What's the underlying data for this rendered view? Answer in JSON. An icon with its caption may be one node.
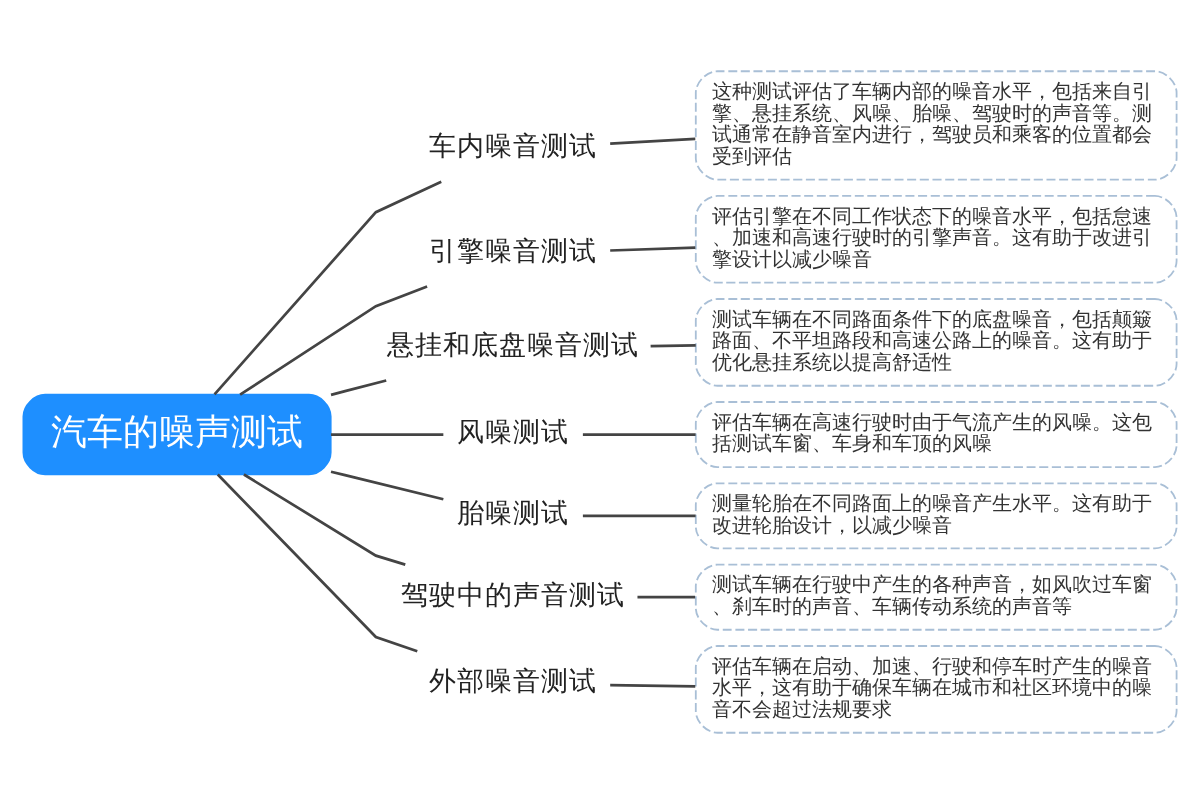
{
  "diagram": {
    "nodes": [
      {
        "text": [
          "汽车的噪声测试"
        ]
      },
      {
        "text": [
          "车内噪音测试"
        ]
      },
      {
        "text": [
          "这种测试评估了车辆内部的噪音水平，包括来自引擎、悬挂系统、风噪、胎噪、驾驶时的声音等。测试通常在静音室内进行，驾驶员和乘客的位置都会受到评估"
        ]
      },
      {
        "text": [
          "引擎噪音测试"
        ]
      },
      {
        "text": [
          "评估引擎在不同工作状态下的噪音水平，包括怠速、加速和高速行驶时的引擎声音。这有助于改进引擎设计以减少噪音"
        ]
      },
      {
        "text": [
          "悬挂和底盘噪音测试"
        ]
      },
      {
        "text": [
          "测试车辆在不同路面条件下的底盘噪音，包括颠簸路面、不平坦路段和高速公路上的噪音。这有助于优化悬挂系统以提高舒适性"
        ]
      },
      {
        "text": [
          "风噪测试"
        ]
      },
      {
        "text": [
          "评估车辆在高速行驶时由于气流产生的风噪。这包括测试车窗、车身和车顶的风噪"
        ]
      },
      {
        "text": [
          "胎噪测试"
        ]
      },
      {
        "text": [
          "测量轮胎在不同路面上的噪音产生水平。这有助于改进轮胎设计，以减少噪音"
        ]
      },
      {
        "text": [
          "驾驶中的声音测试"
        ]
      },
      {
        "text": [
          "测试车辆在行驶中产生的各种声音，如风吹过车窗、刹车时的声音、车辆传动系统的声音等"
        ]
      },
      {
        "text": [
          "外部噪音测试"
        ]
      },
      {
        "text": [
          "评估车辆在启动、加速、行驶和停车时产生的噪音水平，这有助于确保车辆在城市和社区环境中的噪音不会超过法规要求"
        ]
      }
    ],
    "edges": [
      {
        "from": 0,
        "to": 1,
        "arrow": "none"
      },
      {
        "from": 1,
        "to": 2,
        "arrow": "none"
      },
      {
        "from": 0,
        "to": 3,
        "arrow": "none"
      },
      {
        "from": 3,
        "to": 4,
        "arrow": "none"
      },
      {
        "from": 0,
        "to": 5,
        "arrow": "none"
      },
      {
        "from": 5,
        "to": 6,
        "arrow": "none"
      },
      {
        "from": 0,
        "to": 7,
        "arrow": "none"
      },
      {
        "from": 7,
        "to": 8,
        "arrow": "none"
      },
      {
        "from": 0,
        "to": 9,
        "arrow": "none"
      },
      {
        "from": 9,
        "to": 10,
        "arrow": "none"
      },
      {
        "from": 0,
        "to": 11,
        "arrow": "none"
      },
      {
        "from": 11,
        "to": 12,
        "arrow": "none"
      },
      {
        "from": 0,
        "to": 13,
        "arrow": "none"
      },
      {
        "from": 13,
        "to": 14,
        "arrow": "none"
      }
    ]
  }
}
